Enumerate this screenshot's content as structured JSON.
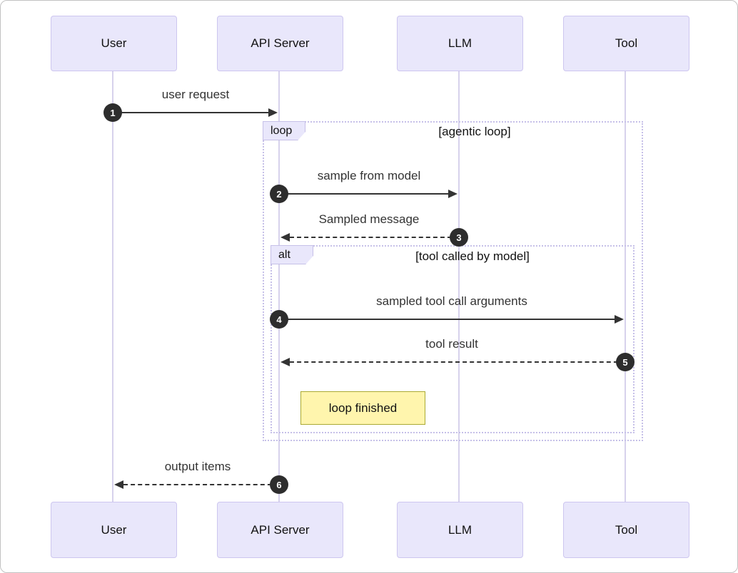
{
  "diagram": {
    "type": "sequence",
    "actors": [
      {
        "label": "User"
      },
      {
        "label": "API Server"
      },
      {
        "label": "LLM"
      },
      {
        "label": "Tool"
      }
    ],
    "messages": [
      {
        "num": "1",
        "label": "user request",
        "from": "User",
        "to": "API Server",
        "line": "solid"
      },
      {
        "num": "2",
        "label": "sample from model",
        "from": "API Server",
        "to": "LLM",
        "line": "solid"
      },
      {
        "num": "3",
        "label": "Sampled message",
        "from": "LLM",
        "to": "API Server",
        "line": "dashed"
      },
      {
        "num": "4",
        "label": "sampled tool call arguments",
        "from": "API Server",
        "to": "Tool",
        "line": "solid"
      },
      {
        "num": "5",
        "label": "tool result",
        "from": "Tool",
        "to": "API Server",
        "line": "dashed"
      },
      {
        "num": "6",
        "label": "output items",
        "from": "API Server",
        "to": "User",
        "line": "dashed"
      }
    ],
    "frames": [
      {
        "kind": "loop",
        "tag": "loop",
        "title": "[agentic loop]"
      },
      {
        "kind": "alt",
        "tag": "alt",
        "title": "[tool called by model]"
      }
    ],
    "note": {
      "label": "loop finished"
    },
    "colors": {
      "actor_fill": "#E9E7FB",
      "actor_border": "#CDC6EF",
      "lifeline": "#D7D2EC",
      "frame_border": "#C6C0E8",
      "note_fill": "#FFF5AD",
      "note_border": "#AAAA33",
      "arrow": "#333333",
      "badge_fill": "#2D2D2D",
      "badge_text": "#FFFFFF"
    }
  }
}
